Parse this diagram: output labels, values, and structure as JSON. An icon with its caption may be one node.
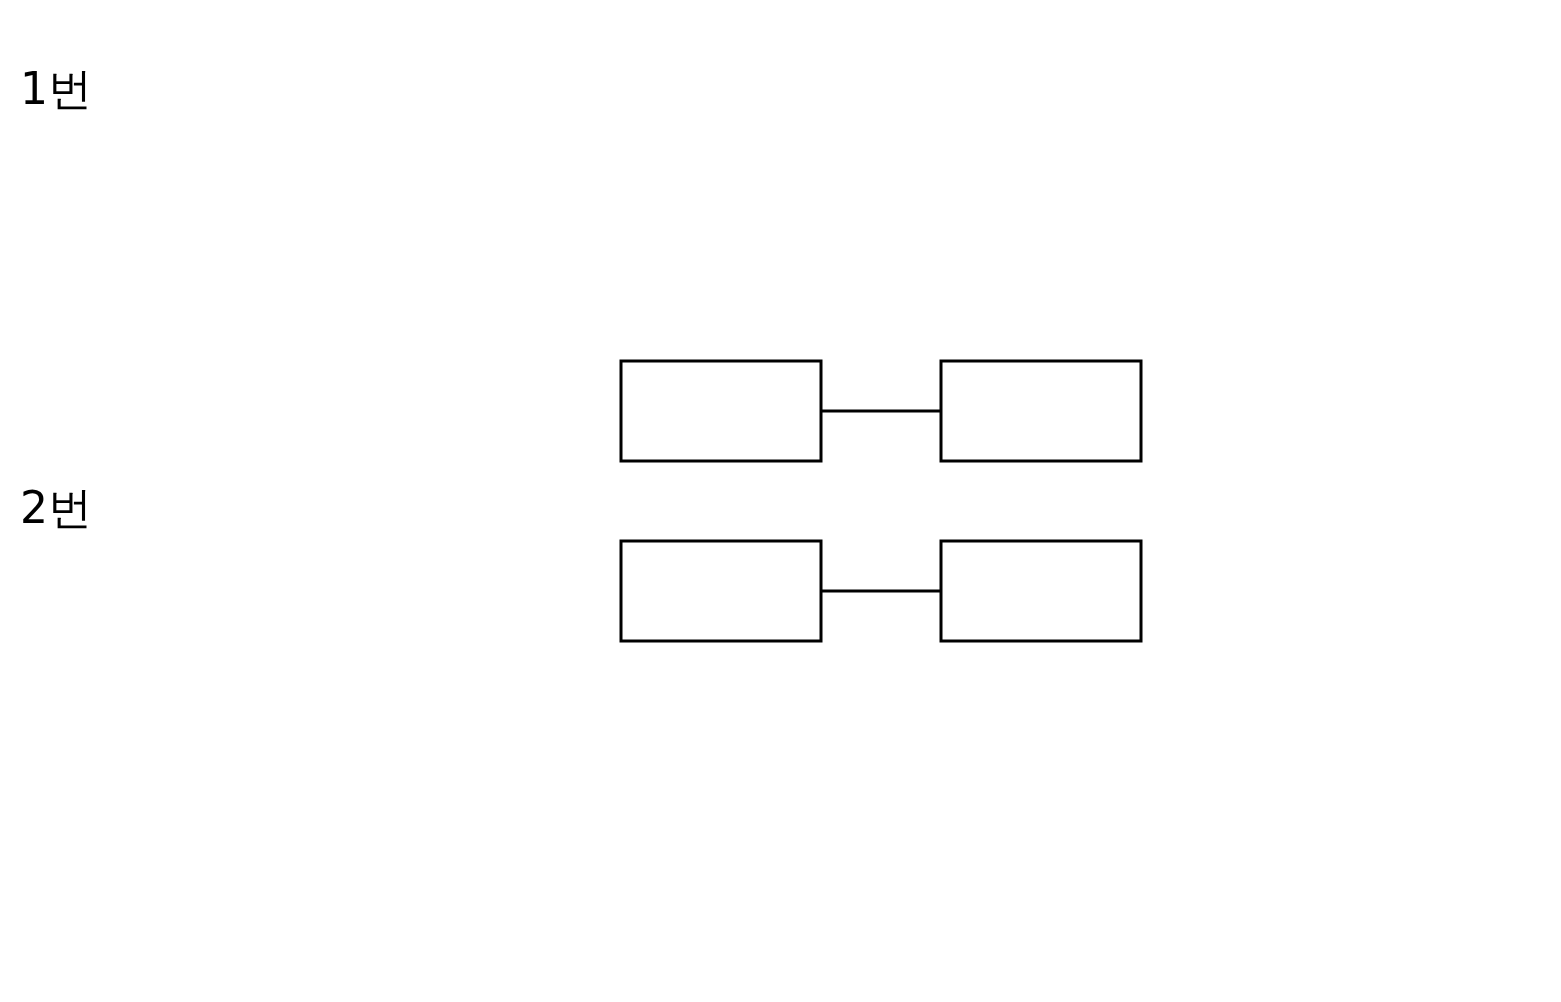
{
  "diagram": {
    "nodes": [
      {
        "text": [],
        "shape": "box"
      },
      {
        "text": [],
        "shape": "box"
      },
      {
        "text": [],
        "shape": "box"
      },
      {
        "text": [],
        "shape": "box"
      }
    ],
    "edges": [
      {
        "from": 0,
        "to": 1,
        "arrow": "none"
      },
      {
        "from": 2,
        "to": 3,
        "arrow": "none"
      }
    ],
    "labels": [
      "1번",
      "2번"
    ]
  }
}
